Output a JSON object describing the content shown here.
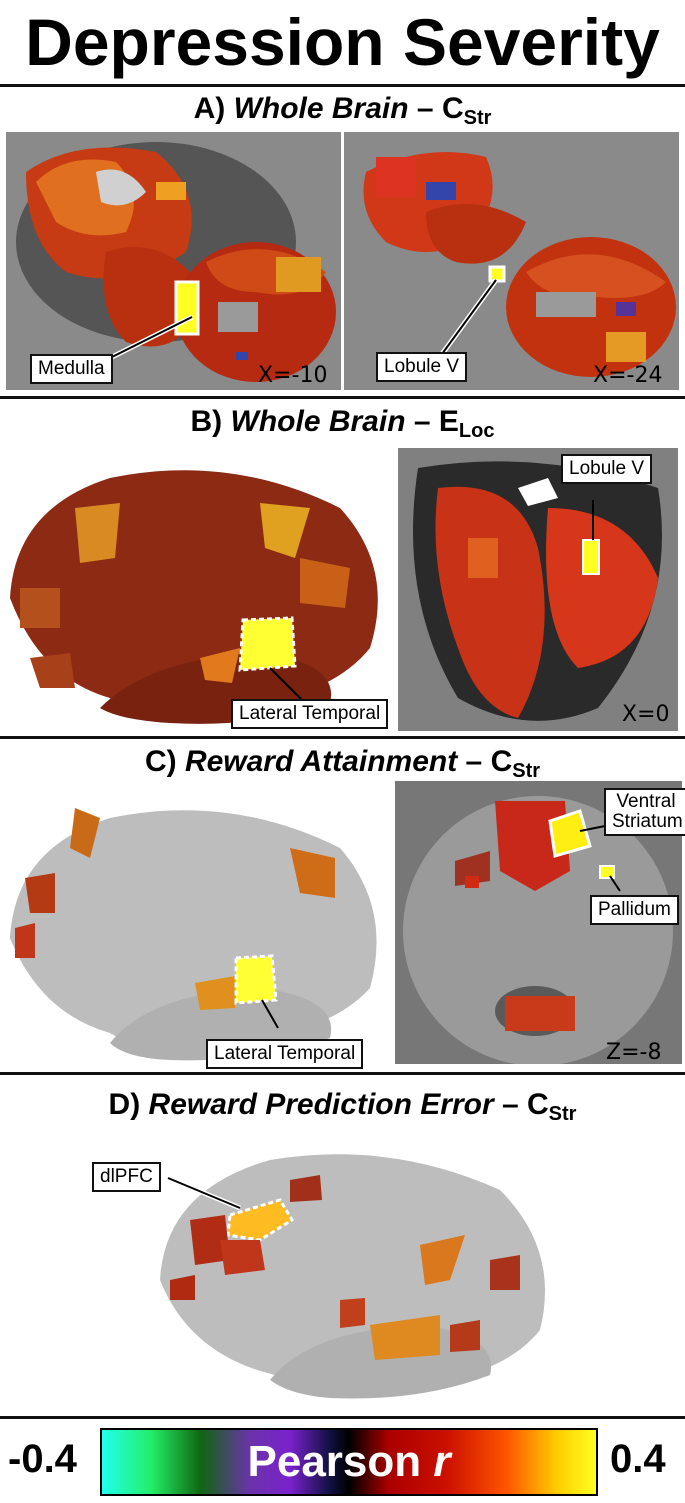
{
  "title": "Depression Severity",
  "panels": {
    "a": {
      "letter": "A)",
      "name": "Whole Brain",
      "dash": "–",
      "metric": "C",
      "metric_sub": "Str",
      "callouts": [
        "Medulla",
        "Lobule V"
      ],
      "coords": [
        "X=-10",
        "X=-24"
      ]
    },
    "b": {
      "letter": "B)",
      "name": "Whole Brain",
      "dash": "–",
      "metric": "E",
      "metric_sub": "Loc",
      "callouts": [
        "Lobule V",
        "Lateral Temporal"
      ],
      "coords": [
        "X=0"
      ]
    },
    "c": {
      "letter": "C)",
      "name": "Reward Attainment",
      "dash": "–",
      "metric": "C",
      "metric_sub": "Str",
      "callouts": [
        "Ventral Striatum",
        "Pallidum",
        "Lateral Temporal"
      ],
      "coords": [
        "Z=-8"
      ]
    },
    "d": {
      "letter": "D)",
      "name": "Reward Prediction Error",
      "dash": "–",
      "metric": "C",
      "metric_sub": "Str",
      "callouts": [
        "dlPFC"
      ]
    }
  },
  "colorbar": {
    "min": "-0.4",
    "max": "0.4",
    "label": "Pearson",
    "label_var": "r"
  },
  "colors": {
    "brain_gray": "#8a8a8a",
    "cortex_red": "#8c2a14",
    "high": "#ffff33",
    "orange": "#e69a1a"
  }
}
